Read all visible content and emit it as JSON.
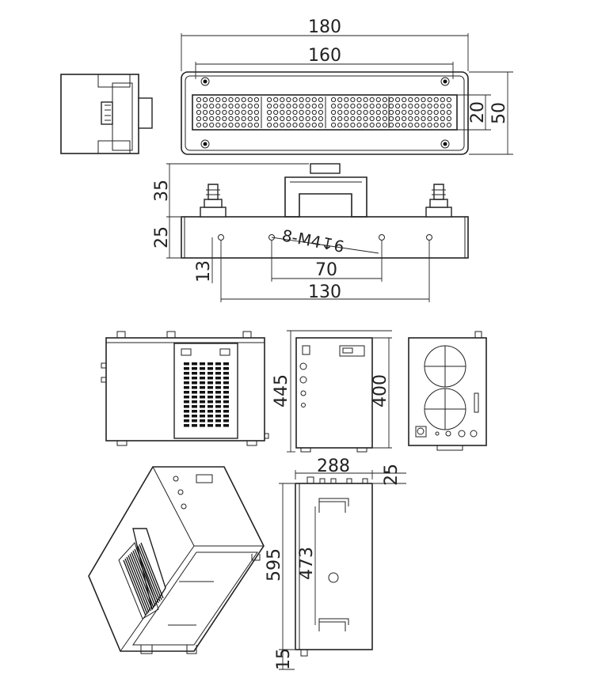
{
  "lamp_top_view": {
    "overall_length": "180",
    "window_length": "160",
    "window_width": "20",
    "overall_width": "50"
  },
  "lamp_front_view": {
    "fin_height": "35",
    "body_height": "25",
    "hole_spec": "8-M4↧6",
    "hole_offset": "13",
    "hole_spacing_inner": "70",
    "hole_spacing_outer": "130"
  },
  "chiller_views": {
    "front_height": "445",
    "front_inner_height": "400",
    "top_width": "288",
    "top_offset": "25",
    "top_length": "595",
    "handle_spacing": "473",
    "bottom_offset": "15"
  }
}
